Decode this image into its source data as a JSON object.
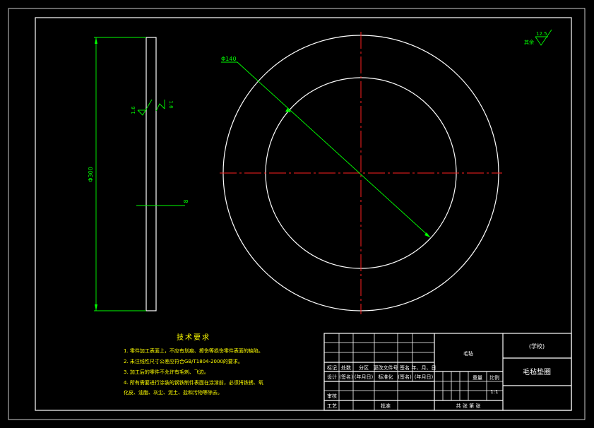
{
  "dimensions": {
    "diameter_outer": "Φ300",
    "diameter_inner": "Φ140",
    "thickness": "8",
    "roughness_face": "1.6",
    "roughness_side": "1.6",
    "roughness_rest_value": "12.5",
    "roughness_rest_label": "其余"
  },
  "tech_requirements": {
    "title": "技术要求",
    "items": [
      "1. 零件加工表面上，不应有划痕、擦伤等损伤零件表面的缺陷。",
      "2. 未注线性尺寸公差应符合GB/T1804-2000的要求。",
      "3. 加工后的零件不允许有毛刺、飞边。",
      "4. 所有需要进行涂装的钢铁制件表面在涂漆前，必须将铁锈、氧",
      "化皮、油脂、灰尘、泥土、盐和污物等除去。"
    ]
  },
  "title_block": {
    "school": "(学校)",
    "part_name": "毛毡垫圈",
    "material": "毛毡",
    "row_mark": [
      "标记",
      "处数",
      "分区",
      "更改文件号",
      "签名",
      "年、月、日"
    ],
    "row_design": [
      "设计",
      "(签名)",
      "(年月日)",
      "标准化",
      "(签名)",
      "(年月日)"
    ],
    "review": "审核",
    "process": "工艺",
    "approve": "批准",
    "weight_label": "重量",
    "scale_label": "比例",
    "scale_value": "1:1",
    "sheets": "共  张  第  张"
  }
}
